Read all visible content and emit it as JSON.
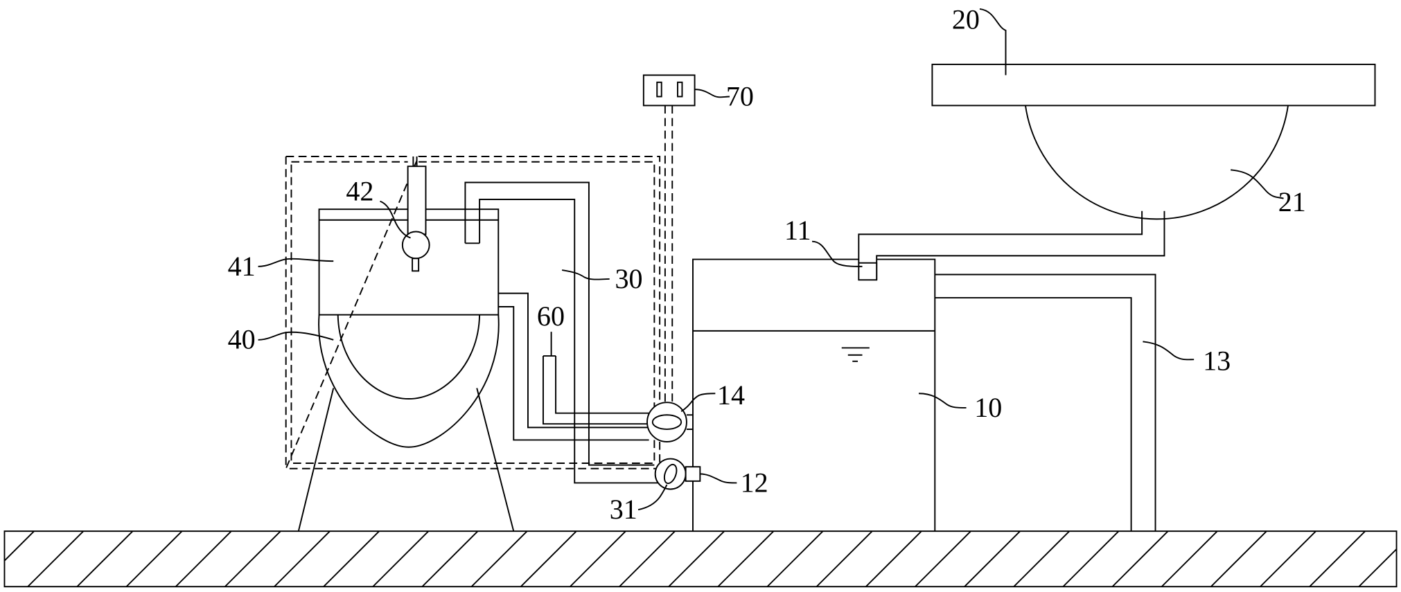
{
  "labels": {
    "ref_10": "10",
    "ref_11": "11",
    "ref_12": "12",
    "ref_13": "13",
    "ref_14": "14",
    "ref_20": "20",
    "ref_21": "21",
    "ref_30": "30",
    "ref_31": "31",
    "ref_40": "40",
    "ref_41": "41",
    "ref_42": "42",
    "ref_60": "60",
    "ref_70": "70"
  }
}
